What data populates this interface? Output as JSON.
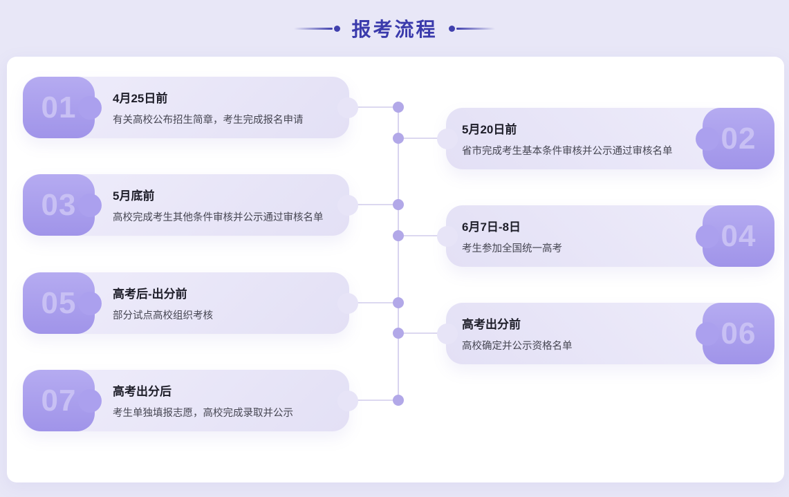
{
  "page": {
    "title": "报考流程"
  },
  "colors": {
    "accent": "#3b3bac",
    "badge_purple": "#a89cee",
    "timeline_dot": "#b2a8e8",
    "page_background": "#e8e7f7",
    "panel_background": "#ffffff",
    "card_background": "#e8e5f7"
  },
  "icons": {
    "header_left_decoration": "tapered-line-with-dot",
    "header_right_decoration": "dot-with-tapered-line"
  },
  "steps": [
    {
      "number": "01",
      "side": "left",
      "title": "4月25日前",
      "desc": "有关高校公布招生简章，考生完成报名申请"
    },
    {
      "number": "02",
      "side": "right",
      "title": "5月20日前",
      "desc": "省市完成考生基本条件审核并公示通过审核名单"
    },
    {
      "number": "03",
      "side": "left",
      "title": "5月底前",
      "desc": "高校完成考生其他条件审核并公示通过审核名单"
    },
    {
      "number": "04",
      "side": "right",
      "title": "6月7日-8日",
      "desc": "考生参加全国统一高考"
    },
    {
      "number": "05",
      "side": "left",
      "title": "高考后-出分前",
      "desc": "部分试点高校组织考核"
    },
    {
      "number": "06",
      "side": "right",
      "title": "高考出分前",
      "desc": "高校确定并公示资格名单"
    },
    {
      "number": "07",
      "side": "left",
      "title": "高考出分后",
      "desc": "考生单独填报志愿，高校完成录取并公示"
    }
  ]
}
